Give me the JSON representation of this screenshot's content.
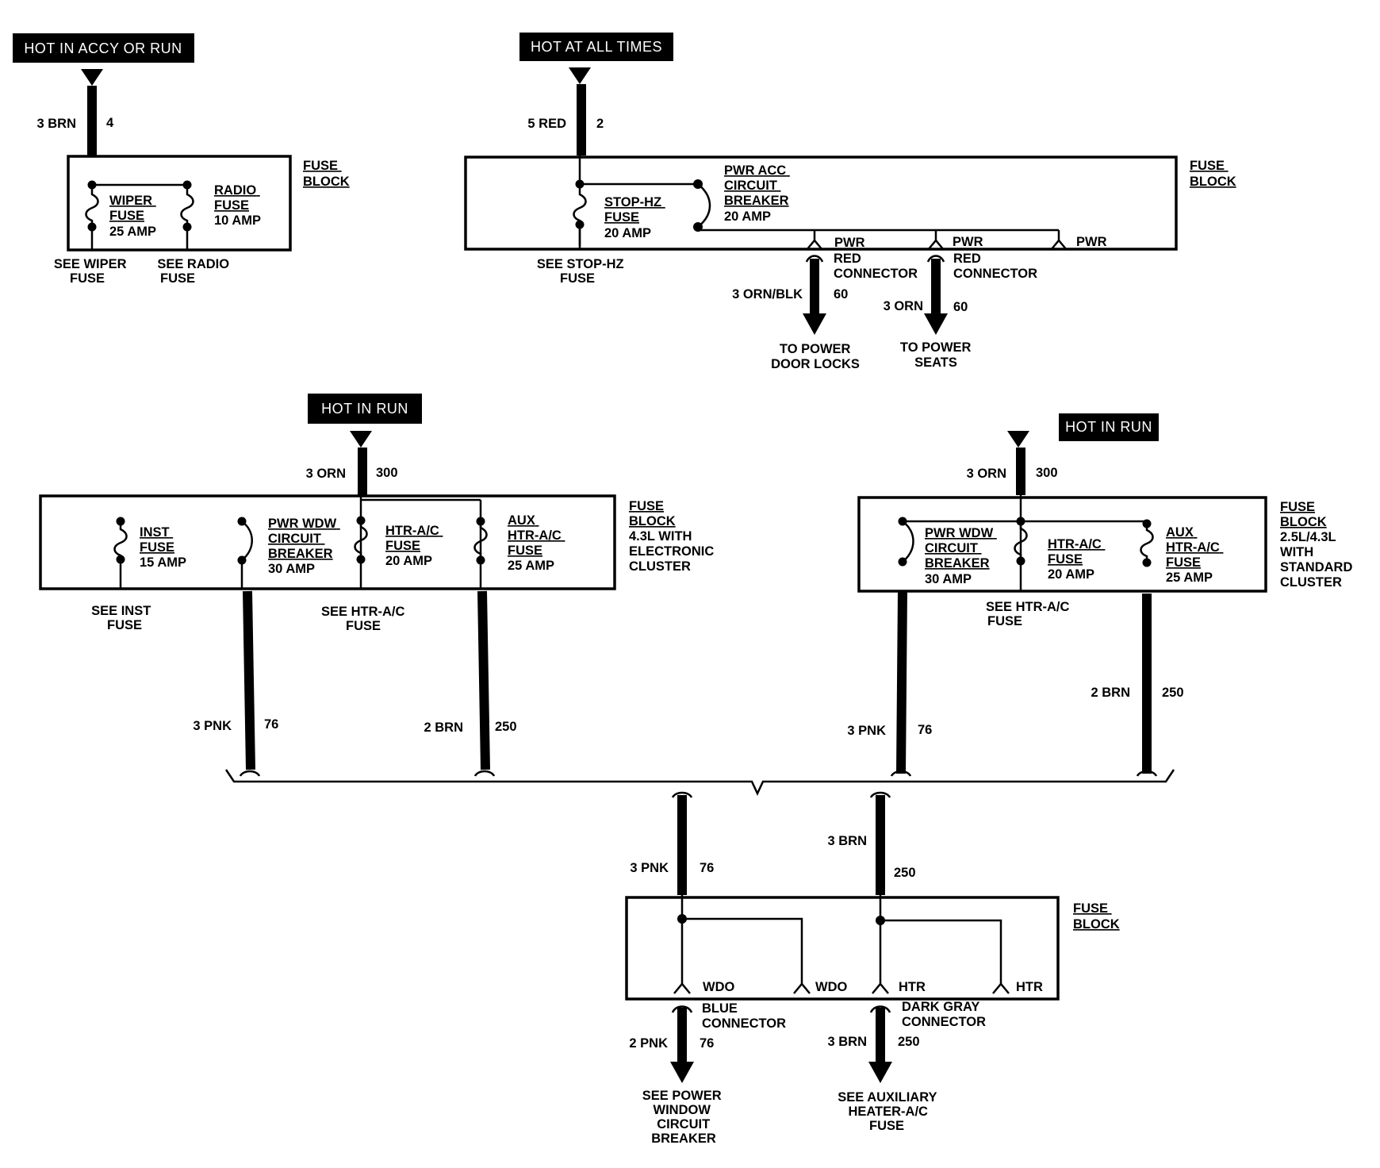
{
  "hot_labels": {
    "accy_run": "HOT IN ACCY OR RUN",
    "all_times": "HOT AT ALL TIMES",
    "run_left": "HOT IN RUN",
    "run_right": "HOT IN RUN"
  },
  "block_a": {
    "wire_size": "3 BRN",
    "circuit": "4",
    "block_label": [
      "FUSE",
      "BLOCK"
    ],
    "wiper_fuse": [
      "WIPER",
      "FUSE",
      "25 AMP"
    ],
    "radio_fuse": [
      "RADIO",
      "FUSE",
      "10 AMP"
    ],
    "see_wiper": [
      "SEE WIPER",
      "FUSE"
    ],
    "see_radio": [
      "SEE RADIO",
      "FUSE"
    ]
  },
  "block_b": {
    "wire_size": "5 RED",
    "circuit": "2",
    "block_label": [
      "FUSE",
      "BLOCK"
    ],
    "stop_fuse": [
      "STOP-HZ",
      "FUSE",
      "20 AMP"
    ],
    "pwr_acc": [
      "PWR ACC",
      "CIRCUIT",
      "BREAKER",
      "20 AMP"
    ],
    "see_stop": [
      "SEE STOP-HZ",
      "FUSE"
    ],
    "pwr1": "PWR",
    "pwr2": "PWR",
    "pwr3": "PWR",
    "conn1": [
      "RED",
      "CONNECTOR"
    ],
    "conn2": [
      "RED",
      "CONNECTOR"
    ],
    "out1_wire": "3 ORN/BLK",
    "out1_circuit": "60",
    "out2_wire": "3 ORN",
    "out2_circuit": "60",
    "to_door": [
      "TO POWER",
      "DOOR LOCKS"
    ],
    "to_seats": [
      "TO POWER",
      "SEATS"
    ]
  },
  "block_c": {
    "wire_size": "3 ORN",
    "circuit": "300",
    "block_label": [
      "FUSE",
      "BLOCK",
      "4.3L WITH",
      "ELECTRONIC",
      "CLUSTER"
    ],
    "inst": [
      "INST",
      "FUSE",
      "15 AMP"
    ],
    "pwr_wdw": [
      "PWR WDW",
      "CIRCUIT",
      "BREAKER",
      "30 AMP"
    ],
    "htr_ac": [
      "HTR-A/C",
      "FUSE",
      "20 AMP"
    ],
    "aux": [
      "AUX",
      "HTR-A/C",
      "FUSE",
      "25 AMP"
    ],
    "see_inst": [
      "SEE INST",
      "FUSE"
    ],
    "see_htr": [
      "SEE HTR-A/C",
      "FUSE"
    ],
    "pnk_wire": "3 PNK",
    "pnk_circuit": "76",
    "brn_wire": "2 BRN",
    "brn_circuit": "250"
  },
  "block_d": {
    "wire_size": "3 ORN",
    "circuit": "300",
    "block_label": [
      "FUSE",
      "BLOCK",
      "2.5L/4.3L",
      "WITH",
      "STANDARD",
      "CLUSTER"
    ],
    "pwr_wdw": [
      "PWR WDW",
      "CIRCUIT",
      "BREAKER",
      "30 AMP"
    ],
    "htr_ac": [
      "HTR-A/C",
      "FUSE",
      "20 AMP"
    ],
    "aux": [
      "AUX",
      "HTR-A/C",
      "FUSE",
      "25 AMP"
    ],
    "see_htr": [
      "SEE HTR-A/C",
      "FUSE"
    ],
    "pnk_wire": "3 PNK",
    "pnk_circuit": "76",
    "brn_wire": "2 BRN",
    "brn_circuit": "250"
  },
  "block_e": {
    "in_pnk_wire": "3 PNK",
    "in_pnk_circuit": "76",
    "in_brn_wire": "3 BRN",
    "in_brn_circuit": "250",
    "block_label": [
      "FUSE",
      "BLOCK"
    ],
    "wdo1": "WDO",
    "wdo2": "WDO",
    "htr1": "HTR",
    "htr2": "HTR",
    "blue_conn": [
      "BLUE",
      "CONNECTOR"
    ],
    "gray_conn": [
      "DARK GRAY",
      "CONNECTOR"
    ],
    "out_pnk_wire": "2 PNK",
    "out_pnk_circuit": "76",
    "out_brn_wire": "3 BRN",
    "out_brn_circuit": "250",
    "see_window": [
      "SEE POWER",
      "WINDOW",
      "CIRCUIT",
      "BREAKER"
    ],
    "see_aux": [
      "SEE AUXILIARY",
      "HEATER-A/C",
      "FUSE"
    ]
  }
}
